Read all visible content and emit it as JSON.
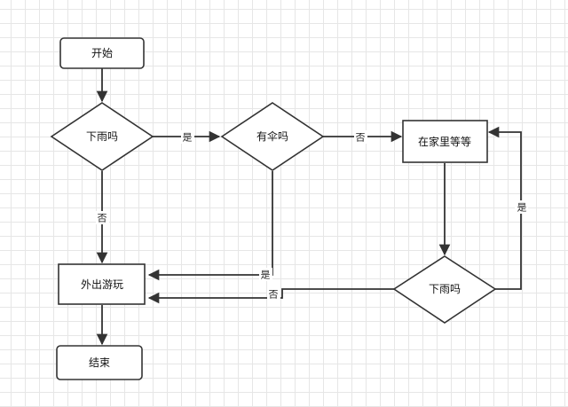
{
  "nodes": {
    "start": "开始",
    "decision_rain_1": "下雨吗",
    "decision_umbrella": "有伞吗",
    "wait_home": "在家里等等",
    "go_out": "外出游玩",
    "decision_rain_2": "下雨吗",
    "end": "结束"
  },
  "edges": {
    "rain1_to_umbrella": "是",
    "rain1_to_goout": "否",
    "umbrella_to_wait": "否",
    "umbrella_to_goout": "是",
    "rain2_to_wait": "是",
    "rain2_to_goout": "否"
  },
  "colors": {
    "stroke": "#333333",
    "fill": "#ffffff",
    "grid": "#e6e6e6"
  }
}
